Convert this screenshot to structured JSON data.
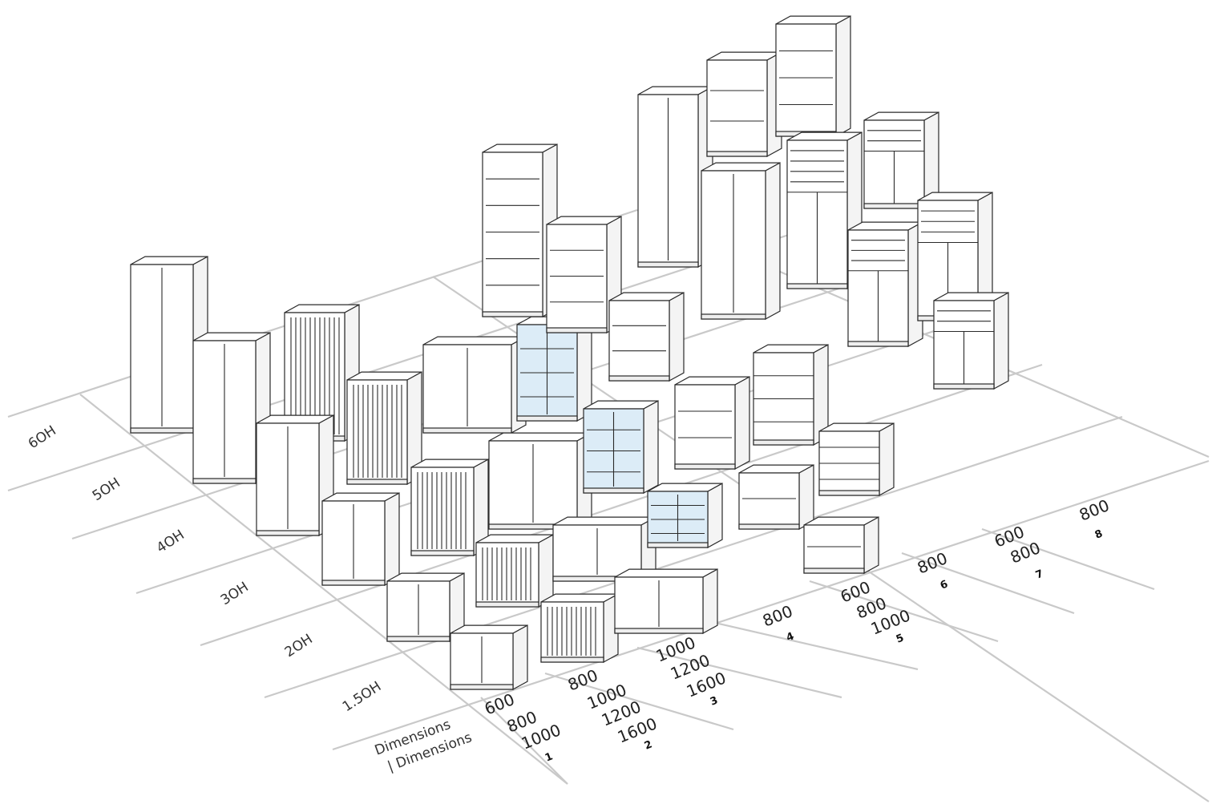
{
  "height_labels": [
    "6OH",
    "5OH",
    "4OH",
    "3OH",
    "2OH",
    "1.5OH"
  ],
  "dimension_label": [
    "Dimensions",
    "| Dimensions"
  ],
  "columns": [
    {
      "number": "1",
      "widths": [
        "600",
        "800",
        "1000"
      ]
    },
    {
      "number": "2",
      "widths": [
        "800",
        "1000",
        "1200",
        "1600"
      ]
    },
    {
      "number": "3",
      "widths": [
        "1000",
        "1200",
        "1600"
      ]
    },
    {
      "number": "4",
      "widths": [
        "800"
      ]
    },
    {
      "number": "5",
      "widths": [
        "600",
        "800",
        "1000"
      ]
    },
    {
      "number": "6",
      "widths": [
        "800"
      ]
    },
    {
      "number": "7",
      "widths": [
        "600",
        "800"
      ]
    },
    {
      "number": "8",
      "widths": [
        "800"
      ]
    }
  ],
  "colors": {
    "grid": "#c9c9c9",
    "outline": "#2a2a2a",
    "glass": "#dcecf7",
    "cabinet": "#ffffff"
  },
  "cabinets": [
    {
      "type": "doors",
      "height": "6OH"
    },
    {
      "type": "doors",
      "height": "5OH"
    },
    {
      "type": "tambour",
      "height": "5OH"
    },
    {
      "type": "doors",
      "height": "4OH"
    },
    {
      "type": "tambour",
      "height": "4OH"
    },
    {
      "type": "doors",
      "height": "3OH"
    },
    {
      "type": "tambour",
      "height": "3OH"
    },
    {
      "type": "doors",
      "height": "2OH"
    },
    {
      "type": "tambour",
      "height": "2OH"
    },
    {
      "type": "doors",
      "height": "1.5OH"
    },
    {
      "type": "tambour",
      "height": "1.5OH"
    },
    {
      "type": "sliding-doors",
      "height": "4OH"
    },
    {
      "type": "sliding-doors",
      "height": "3OH"
    },
    {
      "type": "sliding-doors",
      "height": "2OH"
    },
    {
      "type": "sliding-doors",
      "height": "1.5OH"
    },
    {
      "type": "glass-doors",
      "height": "4OH"
    },
    {
      "type": "glass-doors",
      "height": "3OH"
    },
    {
      "type": "glass-doors",
      "height": "2OH"
    },
    {
      "type": "open-shelving",
      "height": "6OH"
    },
    {
      "type": "open-shelving",
      "height": "5OH"
    },
    {
      "type": "open-shelving",
      "height": "4OH"
    },
    {
      "type": "open-shelving",
      "height": "3OH"
    },
    {
      "type": "open-shelving",
      "height": "2OH"
    },
    {
      "type": "lateral-file",
      "height": "3OH"
    },
    {
      "type": "lateral-file",
      "height": "2OH"
    },
    {
      "type": "open-shelving",
      "height": "1.5OH"
    },
    {
      "type": "doors",
      "height": "6OH"
    },
    {
      "type": "doors",
      "height": "5OH"
    },
    {
      "type": "open-shelving",
      "height": "6OH"
    },
    {
      "type": "open-shelving",
      "height": "6OH"
    },
    {
      "type": "combination",
      "height": "5OH"
    },
    {
      "type": "combination",
      "height": "5OH"
    },
    {
      "type": "combination",
      "height": "4OH"
    },
    {
      "type": "combination",
      "height": "4OH"
    },
    {
      "type": "combination",
      "height": "3OH"
    }
  ]
}
